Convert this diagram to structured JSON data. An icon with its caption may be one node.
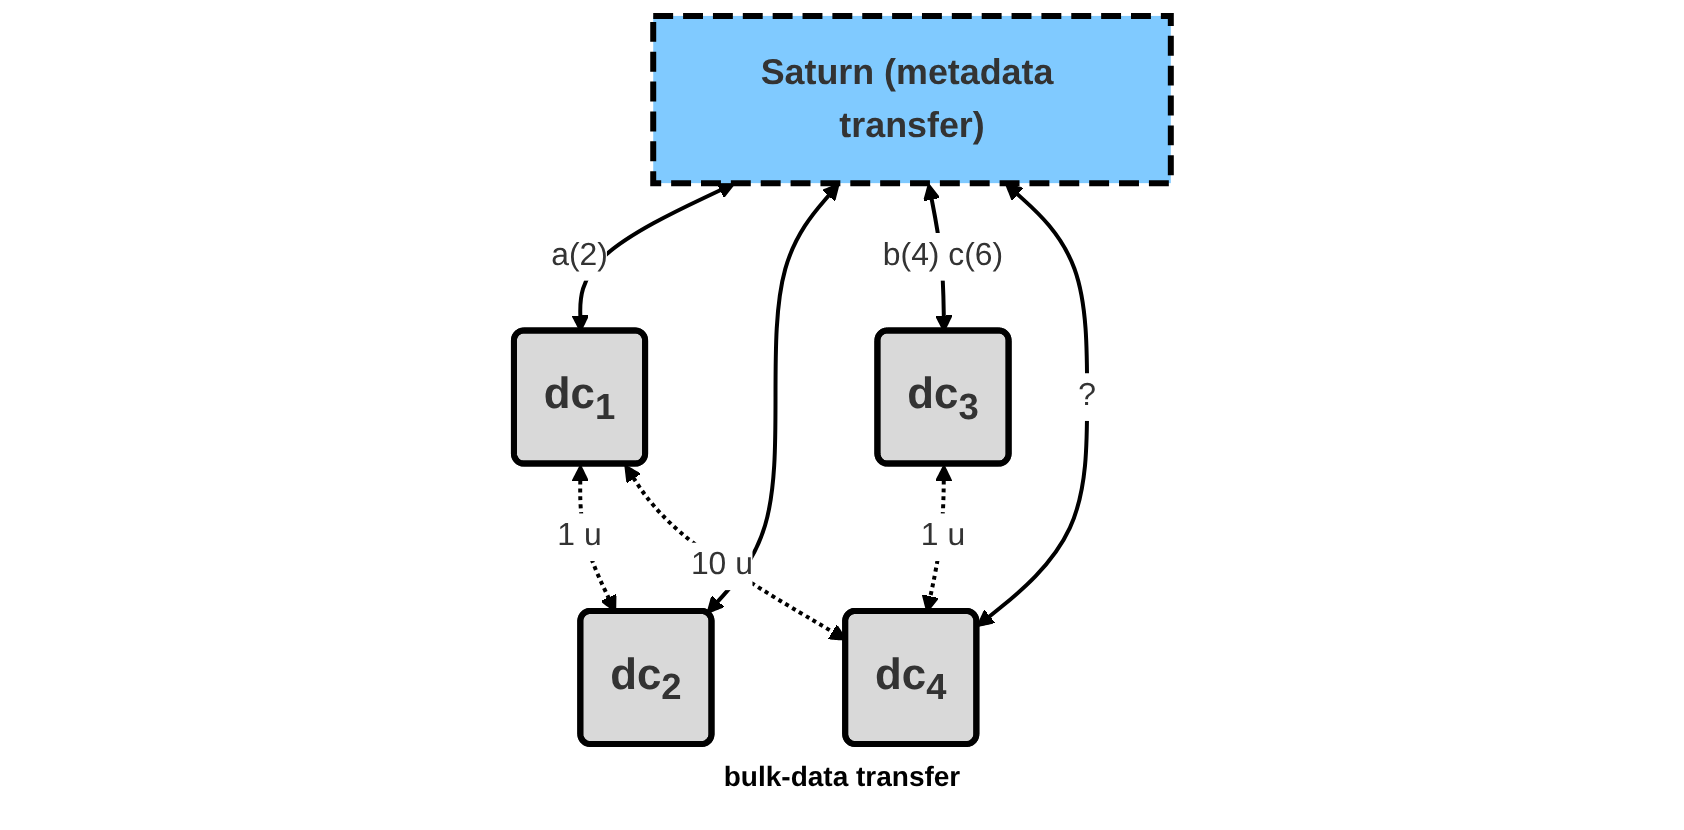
{
  "diagram": {
    "nodes": [
      {
        "text": [
          "Saturn (metadata transfer)"
        ]
      },
      {
        "text": [
          "dc$_{1}$"
        ]
      },
      {
        "text": [
          "dc$_{2}$"
        ]
      },
      {
        "text": [
          "dc$_{3}$"
        ]
      },
      {
        "text": [
          "dc$_{4}$"
        ]
      }
    ],
    "edges": [
      {
        "from": 0,
        "to": 1,
        "arrow": "both",
        "label": "a(2)"
      },
      {
        "from": 0,
        "to": 2,
        "arrow": "both"
      },
      {
        "from": 0,
        "to": 3,
        "arrow": "both",
        "label": "b(4) c(6)"
      },
      {
        "from": 0,
        "to": 4,
        "arrow": "both",
        "label": "?"
      },
      {
        "from": 1,
        "to": 2,
        "arrow": "both",
        "label": "1 u",
        "style": "dashed"
      },
      {
        "from": 3,
        "to": 4,
        "arrow": "both",
        "label": "1 u",
        "style": "dashed"
      },
      {
        "from": 1,
        "to": 4,
        "arrow": "both",
        "label": "10 u",
        "style": "dashed"
      }
    ],
    "labels": [
      "bulk-data transfer"
    ]
  }
}
